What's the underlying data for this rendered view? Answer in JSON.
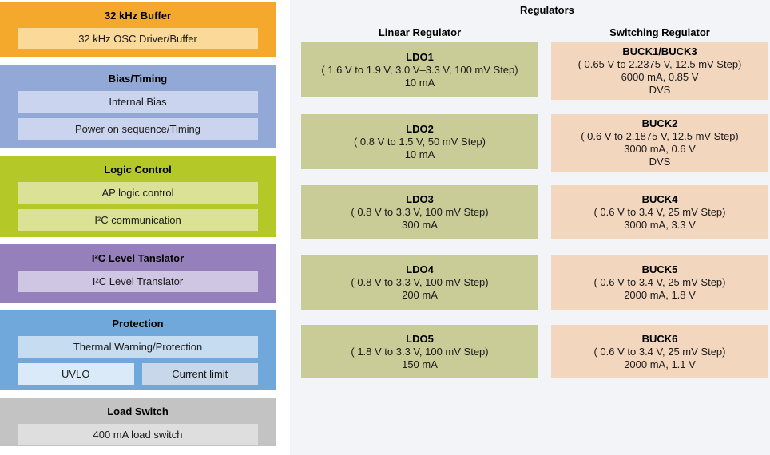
{
  "colors": {
    "buffer_block": "#F4A82C",
    "buffer_item": "#FBD998",
    "bias_block": "#92A9D8",
    "bias_item": "#CBD4EE",
    "logic_block": "#B4C828",
    "logic_item": "#DBE296",
    "translator_block": "#9680BC",
    "translator_item": "#CFC6E3",
    "protection_block": "#71A8DC",
    "protection_item": "#C6DCF1",
    "uvlo_item": "#DBEAF8",
    "current_limit_item": "#C8D8EA",
    "loadswitch_block": "#C3C3C3",
    "loadswitch_item": "#DEDEDE",
    "ldo_box": "#C9CC96",
    "buck_box": "#F3D6BE",
    "regulators_panel_bg": "#F2F4F7",
    "page_bg": "#FFFFFF"
  },
  "left_blocks": [
    {
      "title": "32 kHz Buffer",
      "rows": [
        [
          "32 kHz OSC Driver/Buffer"
        ]
      ]
    },
    {
      "title": "Bias/Timing",
      "rows": [
        [
          "Internal Bias"
        ],
        [
          "Power on sequence/Timing"
        ]
      ]
    },
    {
      "title": "Logic Control",
      "rows": [
        [
          "AP logic control"
        ],
        [
          "I²C communication"
        ]
      ]
    },
    {
      "title": "I²C Level Tanslator",
      "rows": [
        [
          "I²C Level Translator"
        ]
      ]
    },
    {
      "title": "Protection",
      "rows": [
        [
          "Thermal Warning/Protection"
        ],
        [
          "UVLO",
          "Current limit"
        ]
      ]
    },
    {
      "title": "Load Switch",
      "rows": [
        [
          "400 mA load switch"
        ]
      ]
    }
  ],
  "regulators": {
    "title": "Regulators",
    "columns": [
      {
        "header": "Linear Regulator",
        "boxes": [
          {
            "name": "LDO1",
            "lines": [
              "( 1.6 V to 1.9 V, 3.0 V–3.3 V, 100 mV Step)",
              "10 mA"
            ]
          },
          {
            "name": "LDO2",
            "lines": [
              "( 0.8 V to 1.5 V, 50 mV Step)",
              "10 mA"
            ]
          },
          {
            "name": "LDO3",
            "lines": [
              "( 0.8 V to 3.3 V, 100 mV Step)",
              "300 mA"
            ]
          },
          {
            "name": "LDO4",
            "lines": [
              "( 0.8 V to 3.3 V, 100 mV Step)",
              "200 mA"
            ]
          },
          {
            "name": "LDO5",
            "lines": [
              "( 1.8 V to 3.3 V, 100 mV Step)",
              "150 mA"
            ]
          }
        ]
      },
      {
        "header": "Switching Regulator",
        "boxes": [
          {
            "name": "BUCK1/BUCK3",
            "lines": [
              "( 0.65 V to 2.2375 V, 12.5 mV Step)",
              "6000 mA, 0.85 V",
              "DVS"
            ]
          },
          {
            "name": "BUCK2",
            "lines": [
              "( 0.6 V to 2.1875 V, 12.5 mV Step)",
              "3000 mA, 0.6 V",
              "DVS"
            ]
          },
          {
            "name": "BUCK4",
            "lines": [
              "( 0.6 V to 3.4 V, 25 mV Step)",
              "3000 mA, 3.3 V"
            ]
          },
          {
            "name": "BUCK5",
            "lines": [
              "( 0.6 V to 3.4 V, 25 mV Step)",
              "2000 mA, 1.8 V"
            ]
          },
          {
            "name": "BUCK6",
            "lines": [
              "( 0.6 V to 3.4 V, 25 mV Step)",
              "2000 mA, 1.1 V"
            ]
          }
        ]
      }
    ]
  }
}
